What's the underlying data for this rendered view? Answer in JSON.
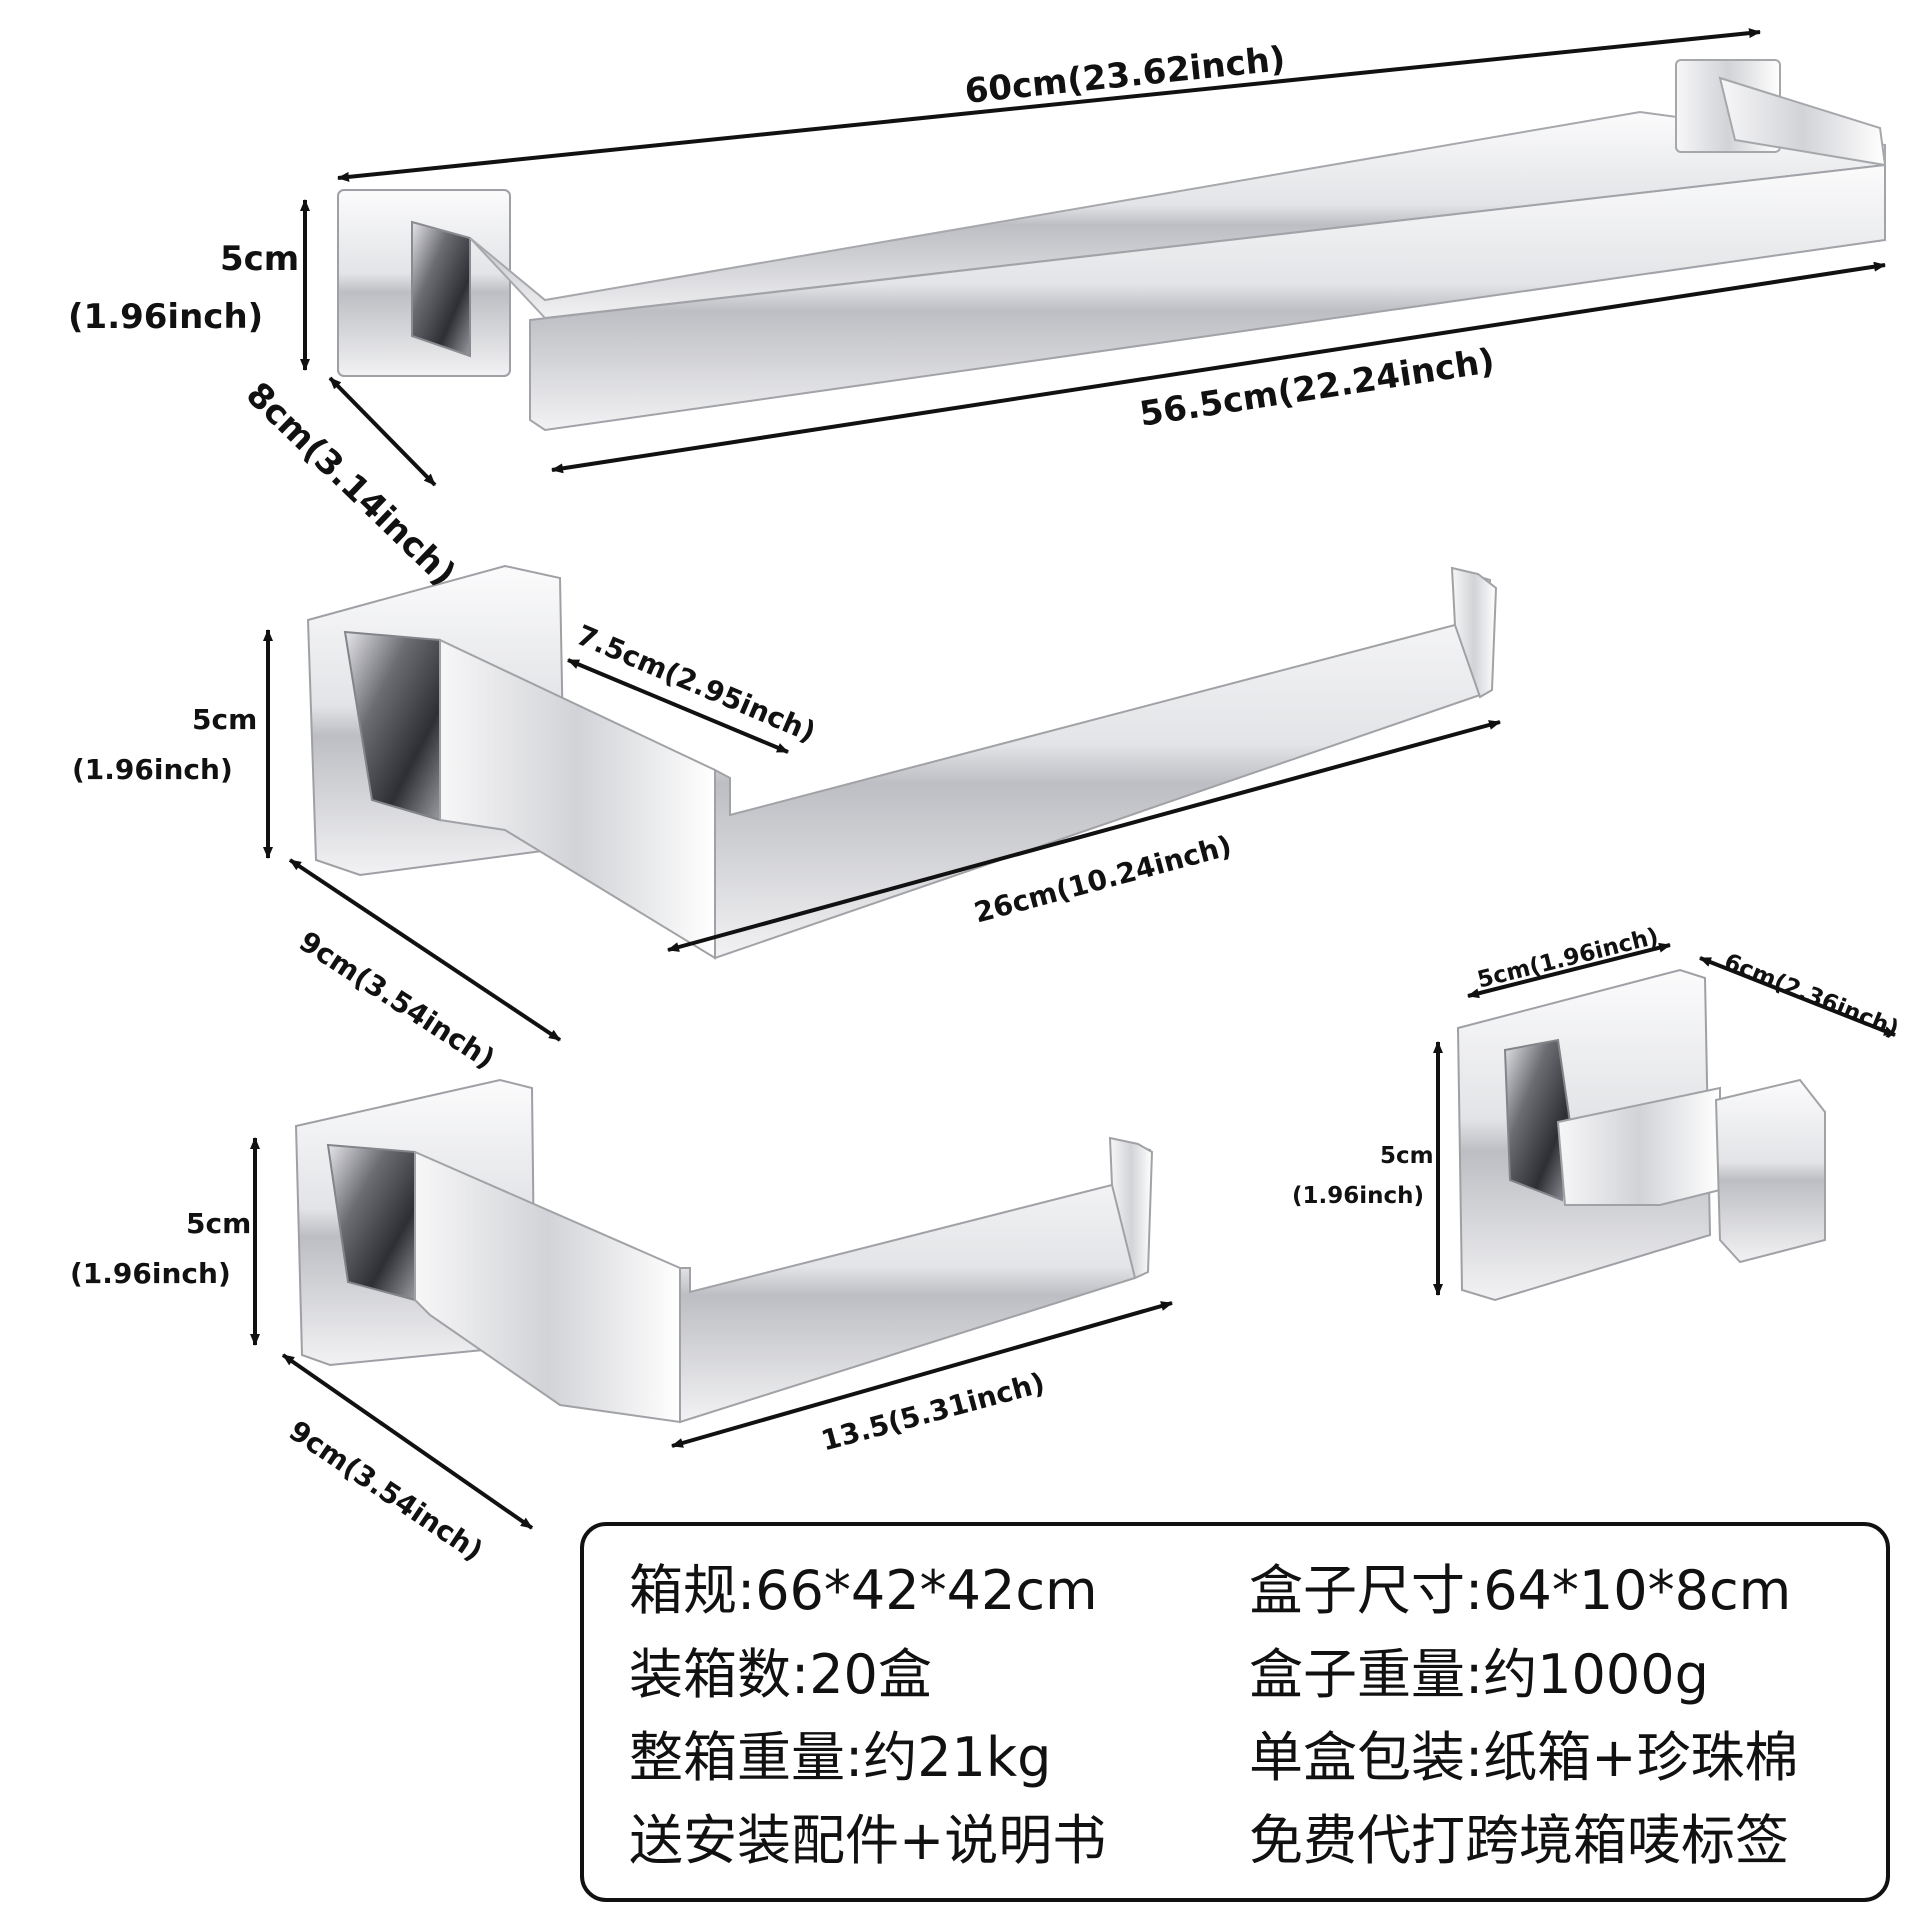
{
  "dimensions": {
    "bar_total_length": "60cm(23.62inch)",
    "bar_inner_length": "56.5cm(22.24inch)",
    "bar_height": "5cm",
    "bar_height_inch": "(1.96inch)",
    "bar_depth": "8cm(3.14inch)",
    "ring_arm_length": "7.5cm(2.95inch)",
    "ring_length": "26cm(10.24inch)",
    "ring_height": "5cm",
    "ring_height_inch": "(1.96inch)",
    "ring_depth": "9cm(3.54inch)",
    "paper_length": "13.5(5.31inch)",
    "paper_height": "5cm",
    "paper_height_inch": "(1.96inch)",
    "paper_depth": "9cm(3.54inch)",
    "hook_width": "5cm(1.96inch)",
    "hook_depth": "6cm(2.36inch)",
    "hook_height": "5cm",
    "hook_height_inch": "(1.96inch)"
  },
  "specs": {
    "carton_size": "箱规:66*42*42cm",
    "box_size": "盒子尺寸:64*10*8cm",
    "boxes_per_carton": "装箱数:20盒",
    "box_weight": "盒子重量:约1000g",
    "carton_weight": "整箱重量:约21kg",
    "single_packaging": "单盒包装:纸箱+珍珠棉",
    "accessories": "送安装配件+说明书",
    "labeling": "免费代打跨境箱唛标签"
  },
  "colors": {
    "chrome_light": "#f4f4f6",
    "chrome_mid": "#c8c9cd",
    "chrome_dark": "#4a4b50",
    "ink": "#111111"
  }
}
